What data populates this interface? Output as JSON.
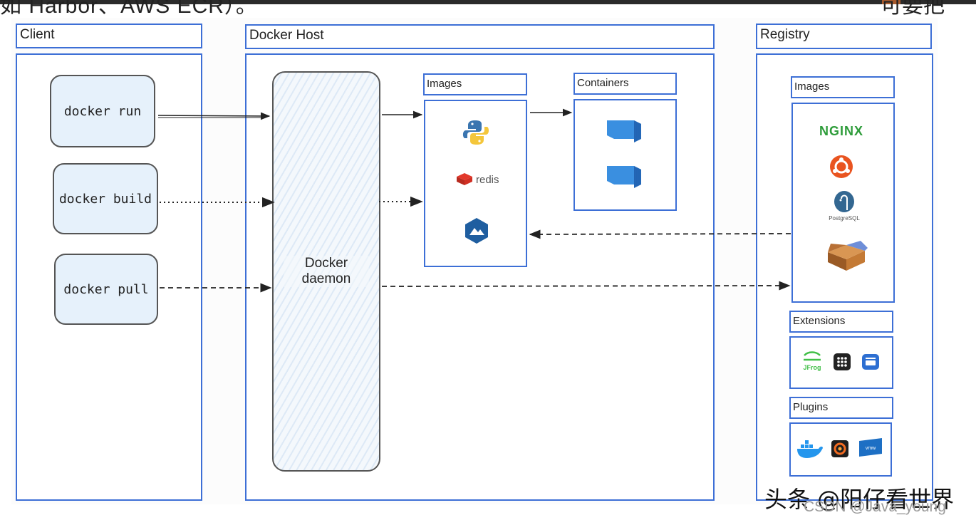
{
  "page_overflow": {
    "left": "如 Harbor、AWS ECR）。",
    "right": "可要把"
  },
  "client": {
    "title": "Client",
    "commands": [
      "docker run",
      "docker build",
      "docker pull"
    ]
  },
  "host": {
    "title": "Docker Host",
    "daemon_label": "Docker\ndaemon",
    "images_title": "Images",
    "containers_title": "Containers",
    "image_icons": [
      "python-icon",
      "redis-icon",
      "mountain-logo-icon"
    ],
    "redis_text": "redis",
    "container_icons": [
      "container-icon",
      "container-icon"
    ]
  },
  "registry": {
    "title": "Registry",
    "images_title": "Images",
    "image_icons": [
      "nginx-logo-icon",
      "ubuntu-icon",
      "postgresql-icon",
      "box-icon"
    ],
    "nginx_text": "NGINX",
    "postgres_text": "PostgreSQL",
    "extensions_title": "Extensions",
    "extension_icons": [
      "jfrog-icon",
      "grid-app-icon",
      "blue-app-icon"
    ],
    "jfrog_text": "JFrog",
    "plugins_title": "Plugins",
    "plugin_icons": [
      "docker-whale-icon",
      "grafana-icon",
      "vmware-icon"
    ],
    "vmware_text": "vmw"
  },
  "watermark": {
    "main": "头条 @阳仔看世界",
    "sub": "CSDN @Java_young"
  },
  "colors": {
    "border": "#3d6fd6",
    "command_fill": "#e6f1fb",
    "container": "#3a8fe0"
  }
}
